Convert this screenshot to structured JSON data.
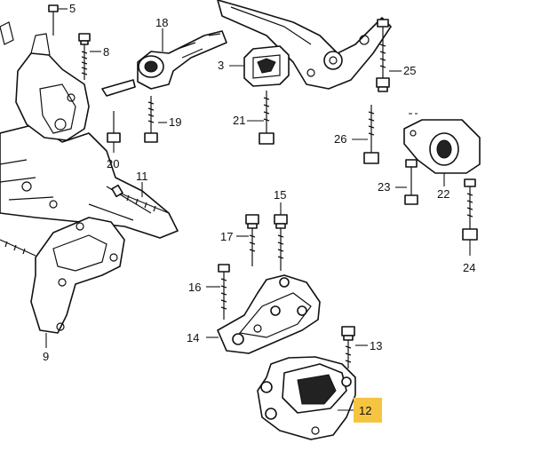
{
  "diagram": {
    "highlight_color": "#f5c542",
    "highlighted_part": "12",
    "callouts": [
      "5",
      "8",
      "18",
      "3",
      "25",
      "19",
      "21",
      "20",
      "26",
      "11",
      "23",
      "22",
      "15",
      "17",
      "24",
      "16",
      "14",
      "13",
      "12",
      "9"
    ]
  }
}
